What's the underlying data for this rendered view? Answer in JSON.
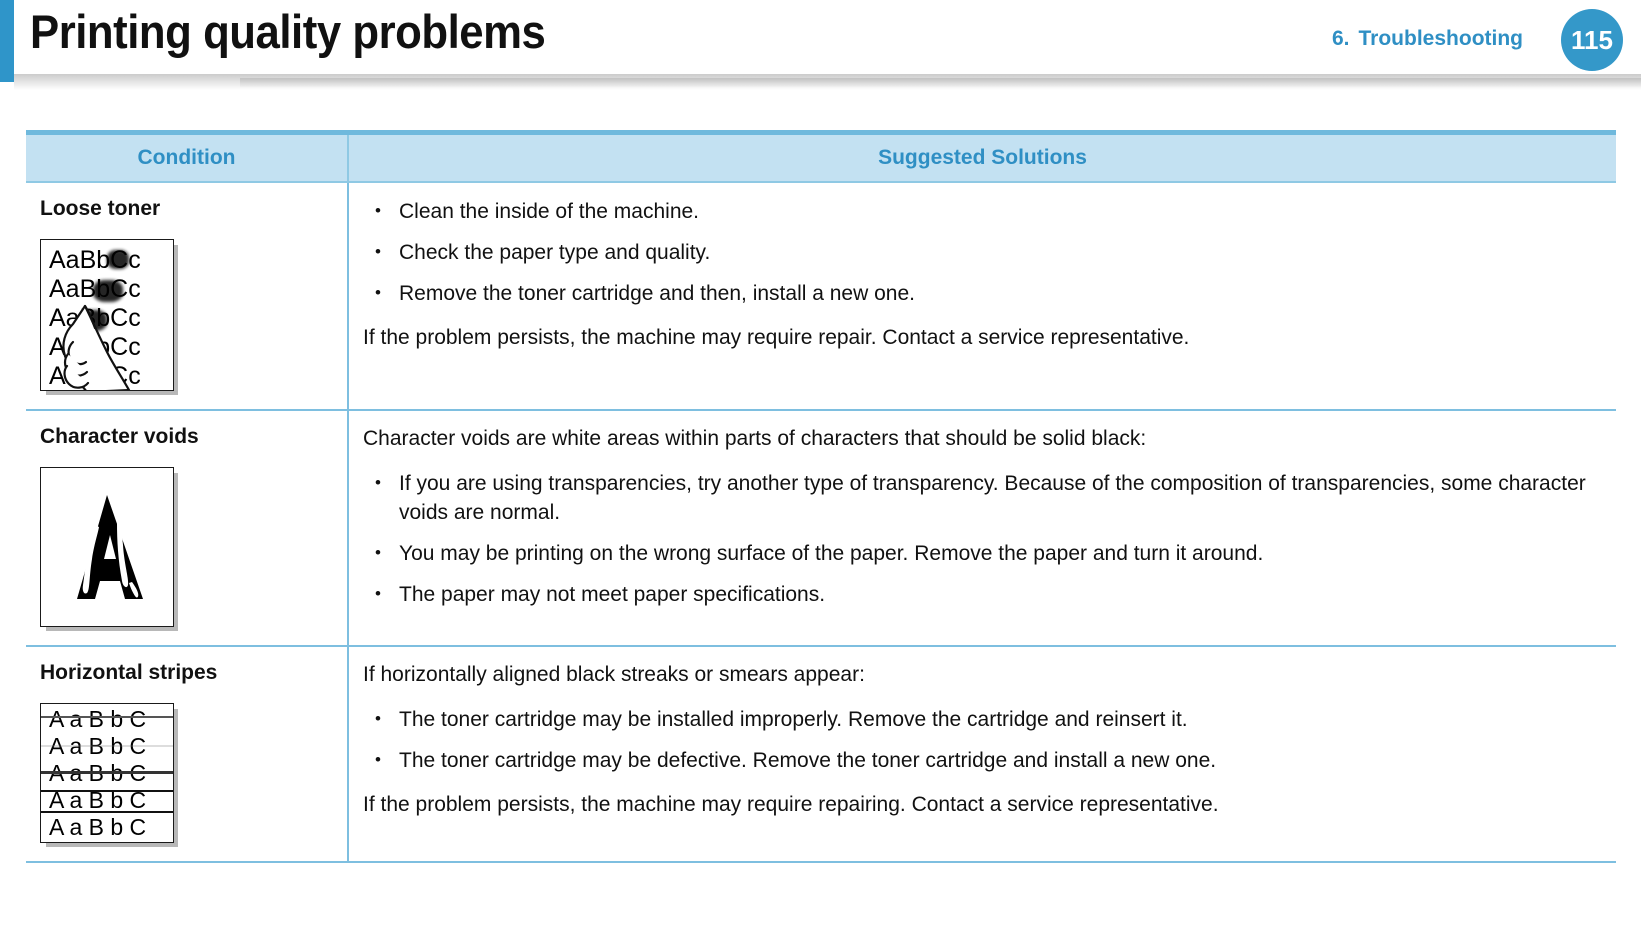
{
  "header": {
    "title": "Printing quality problems",
    "chapter_number": "6.",
    "chapter_name": "Troubleshooting",
    "page_number": "115",
    "accent_color": "#2f95c9",
    "badge_color": "#3498c9"
  },
  "table": {
    "columns": {
      "condition": "Condition",
      "solutions": "Suggested Solutions"
    },
    "header_bg": "#c3e1f2",
    "header_text_color": "#2f8fc4",
    "border_color": "#7ebfe0",
    "rows": [
      {
        "condition": "Loose toner",
        "sample": {
          "name": "loose-toner-sample",
          "lines": [
            "AaBbCc",
            "AaBbCc",
            "AaBbCc",
            "AaBbCc",
            "AaBbCc"
          ]
        },
        "intro": "",
        "bullets": [
          "Clean the inside of the machine.",
          "Check the paper type and quality.",
          "Remove the toner cartridge and then, install a new one."
        ],
        "outro": "If the problem persists, the machine may require repair. Contact a service representative."
      },
      {
        "condition": "Character voids",
        "sample": {
          "name": "character-voids-sample",
          "lines": [
            "A"
          ]
        },
        "intro": "Character voids are white areas within parts of characters that should be solid black:",
        "bullets": [
          "If you are using transparencies, try another type of transparency. Because of the composition of transparencies, some character voids are normal.",
          "You may be printing on the wrong surface of the paper. Remove the paper and turn it around.",
          "The paper may not meet paper specifications."
        ],
        "outro": ""
      },
      {
        "condition": "Horizontal stripes",
        "sample": {
          "name": "horizontal-stripes-sample",
          "lines": [
            "A a B b C",
            "A a B b C",
            "A a B b C",
            "A a B b C",
            "A a B b C"
          ]
        },
        "intro": "If horizontally aligned black streaks or smears appear:",
        "bullets": [
          "The toner cartridge may be installed improperly. Remove the cartridge and reinsert it.",
          "The toner cartridge may be defective. Remove the toner cartridge and install a new one."
        ],
        "outro": "If the problem persists, the machine may require repairing. Contact a service representative."
      }
    ]
  }
}
